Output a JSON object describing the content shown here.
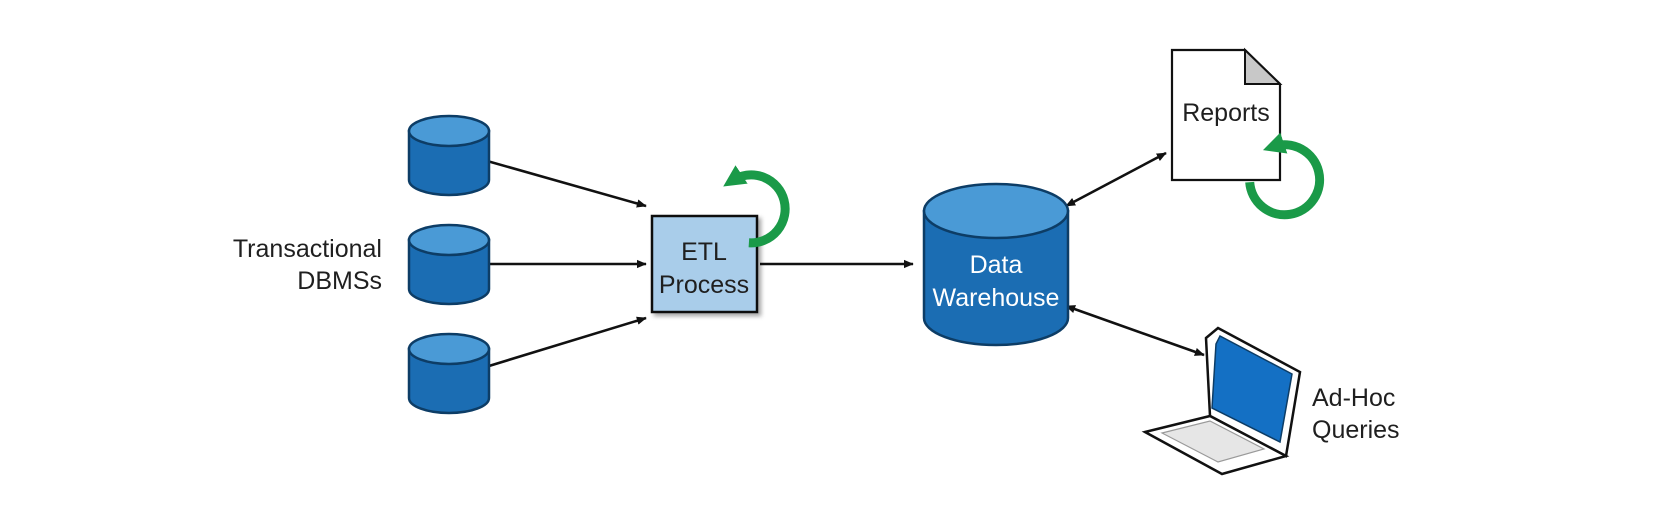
{
  "labels": {
    "sources_line1": "Transactional",
    "sources_line2": "DBMSs",
    "etl_line1": "ETL",
    "etl_line2": "Process",
    "warehouse_line1": "Data",
    "warehouse_line2": "Warehouse",
    "reports": "Reports",
    "queries_line1": "Ad-Hoc",
    "queries_line2": "Queries"
  },
  "colors": {
    "database_blue": "#1b6db3",
    "database_top": "#4a9ad6",
    "etl_box": "#a9cdea",
    "refresh_green": "#1a9a48",
    "laptop_screen": "#1470c4"
  },
  "icons": [
    "database-icon",
    "refresh-icon",
    "document-icon",
    "laptop-icon"
  ]
}
